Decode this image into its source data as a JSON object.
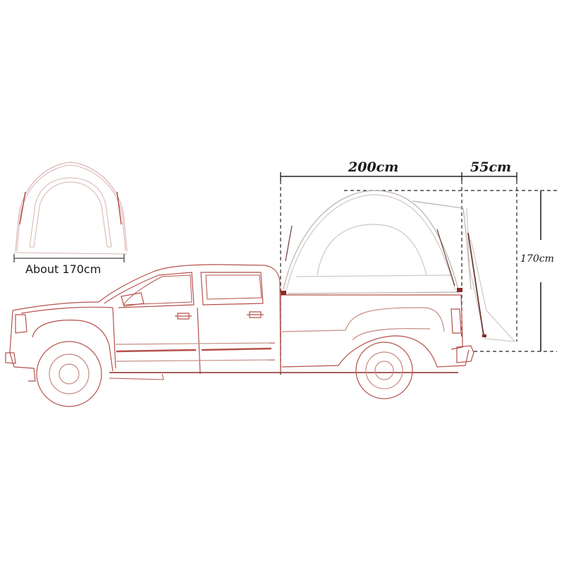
{
  "diagram": {
    "subject": "Truck bed tent dimensions",
    "colors": {
      "truck_outline": "#b5524a",
      "truck_outline_dark": "#8a2a24",
      "tent_outline": "#b9b1ad",
      "tent_pole": "#6b3a36",
      "dimension_line": "#2a2a2a",
      "background": "#ffffff"
    },
    "labels": {
      "front_view_width": "About 170cm",
      "bed_length": "200cm",
      "overhang_length": "55cm",
      "height": "170cm"
    },
    "components": [
      {
        "name": "front-view-tent",
        "description": "Front elevation of tent arch"
      },
      {
        "name": "pickup-truck",
        "description": "Crew cab pickup truck side view"
      },
      {
        "name": "bed-tent",
        "description": "Tent mounted on truck bed with rear awning extension"
      }
    ]
  }
}
